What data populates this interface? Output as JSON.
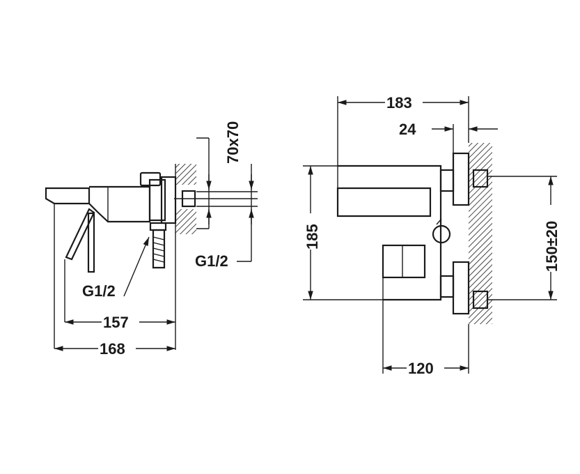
{
  "side_view": {
    "dim_width_body": "157",
    "dim_width_total": "168",
    "dim_cover": "70x70",
    "thread_inlet": "G1/2",
    "thread_outlet": "G1/2"
  },
  "front_view": {
    "dim_width_total": "183",
    "dim_offset": "24",
    "dim_height": "185",
    "dim_centers": "150±20",
    "dim_spout": "120"
  },
  "colors": {
    "line": "#1a1a1a",
    "background": "#ffffff"
  }
}
